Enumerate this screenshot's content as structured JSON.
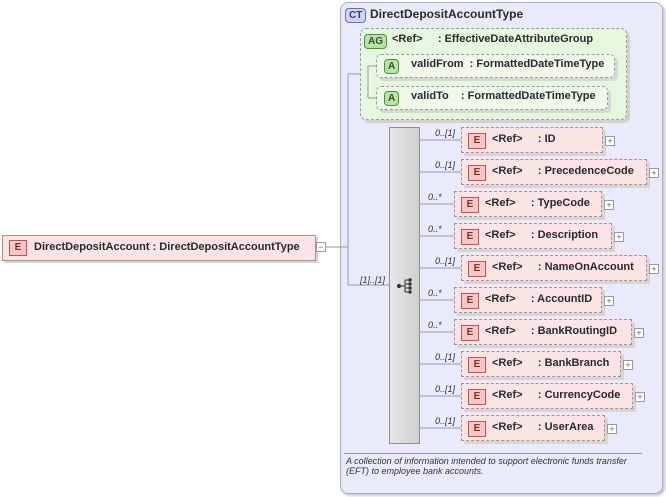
{
  "complex_type": {
    "badge": "CT",
    "name": "DirectDepositAccountType"
  },
  "attribute_group": {
    "badge": "AG",
    "text": "<Ref>     : EffectiveDateAttributeGroup"
  },
  "attributes": [
    {
      "badge": "A",
      "text": "validFrom  : FormattedDateTimeType"
    },
    {
      "badge": "A",
      "text": "validTo    : FormattedDateTimeType"
    }
  ],
  "root_element": {
    "badge": "E",
    "text": "DirectDepositAccount : DirectDepositAccountType"
  },
  "sequence_cardinality": "[1]..[1]",
  "elements": [
    {
      "card": "0..[1]",
      "badge": "E",
      "text": "<Ref>     : ID"
    },
    {
      "card": "0..[1]",
      "badge": "E",
      "text": "<Ref>     : PrecedenceCode"
    },
    {
      "card": "0..*",
      "badge": "E",
      "text": "<Ref>     : TypeCode"
    },
    {
      "card": "0..*",
      "badge": "E",
      "text": "<Ref>     : Description"
    },
    {
      "card": "0..[1]",
      "badge": "E",
      "text": "<Ref>     : NameOnAccount"
    },
    {
      "card": "0..*",
      "badge": "E",
      "text": "<Ref>     : AccountID"
    },
    {
      "card": "0..*",
      "badge": "E",
      "text": "<Ref>     : BankRoutingID"
    },
    {
      "card": "0..[1]",
      "badge": "E",
      "text": "<Ref>     : BankBranch"
    },
    {
      "card": "0..[1]",
      "badge": "E",
      "text": "<Ref>     : CurrencyCode"
    },
    {
      "card": "0..[1]",
      "badge": "E",
      "text": "<Ref>     : UserArea"
    }
  ],
  "expand_glyph": "+",
  "collapse_glyph": "−",
  "documentation": "A collection of information intended to support electronic funds transfer (EFT) to employee bank accounts."
}
